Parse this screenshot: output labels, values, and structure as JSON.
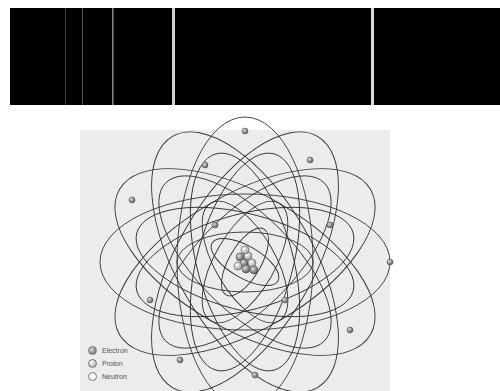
{
  "diagram": {
    "legend": [
      {
        "text": "Electron"
      },
      {
        "text": "Proton"
      },
      {
        "text": "Neutron"
      }
    ]
  }
}
